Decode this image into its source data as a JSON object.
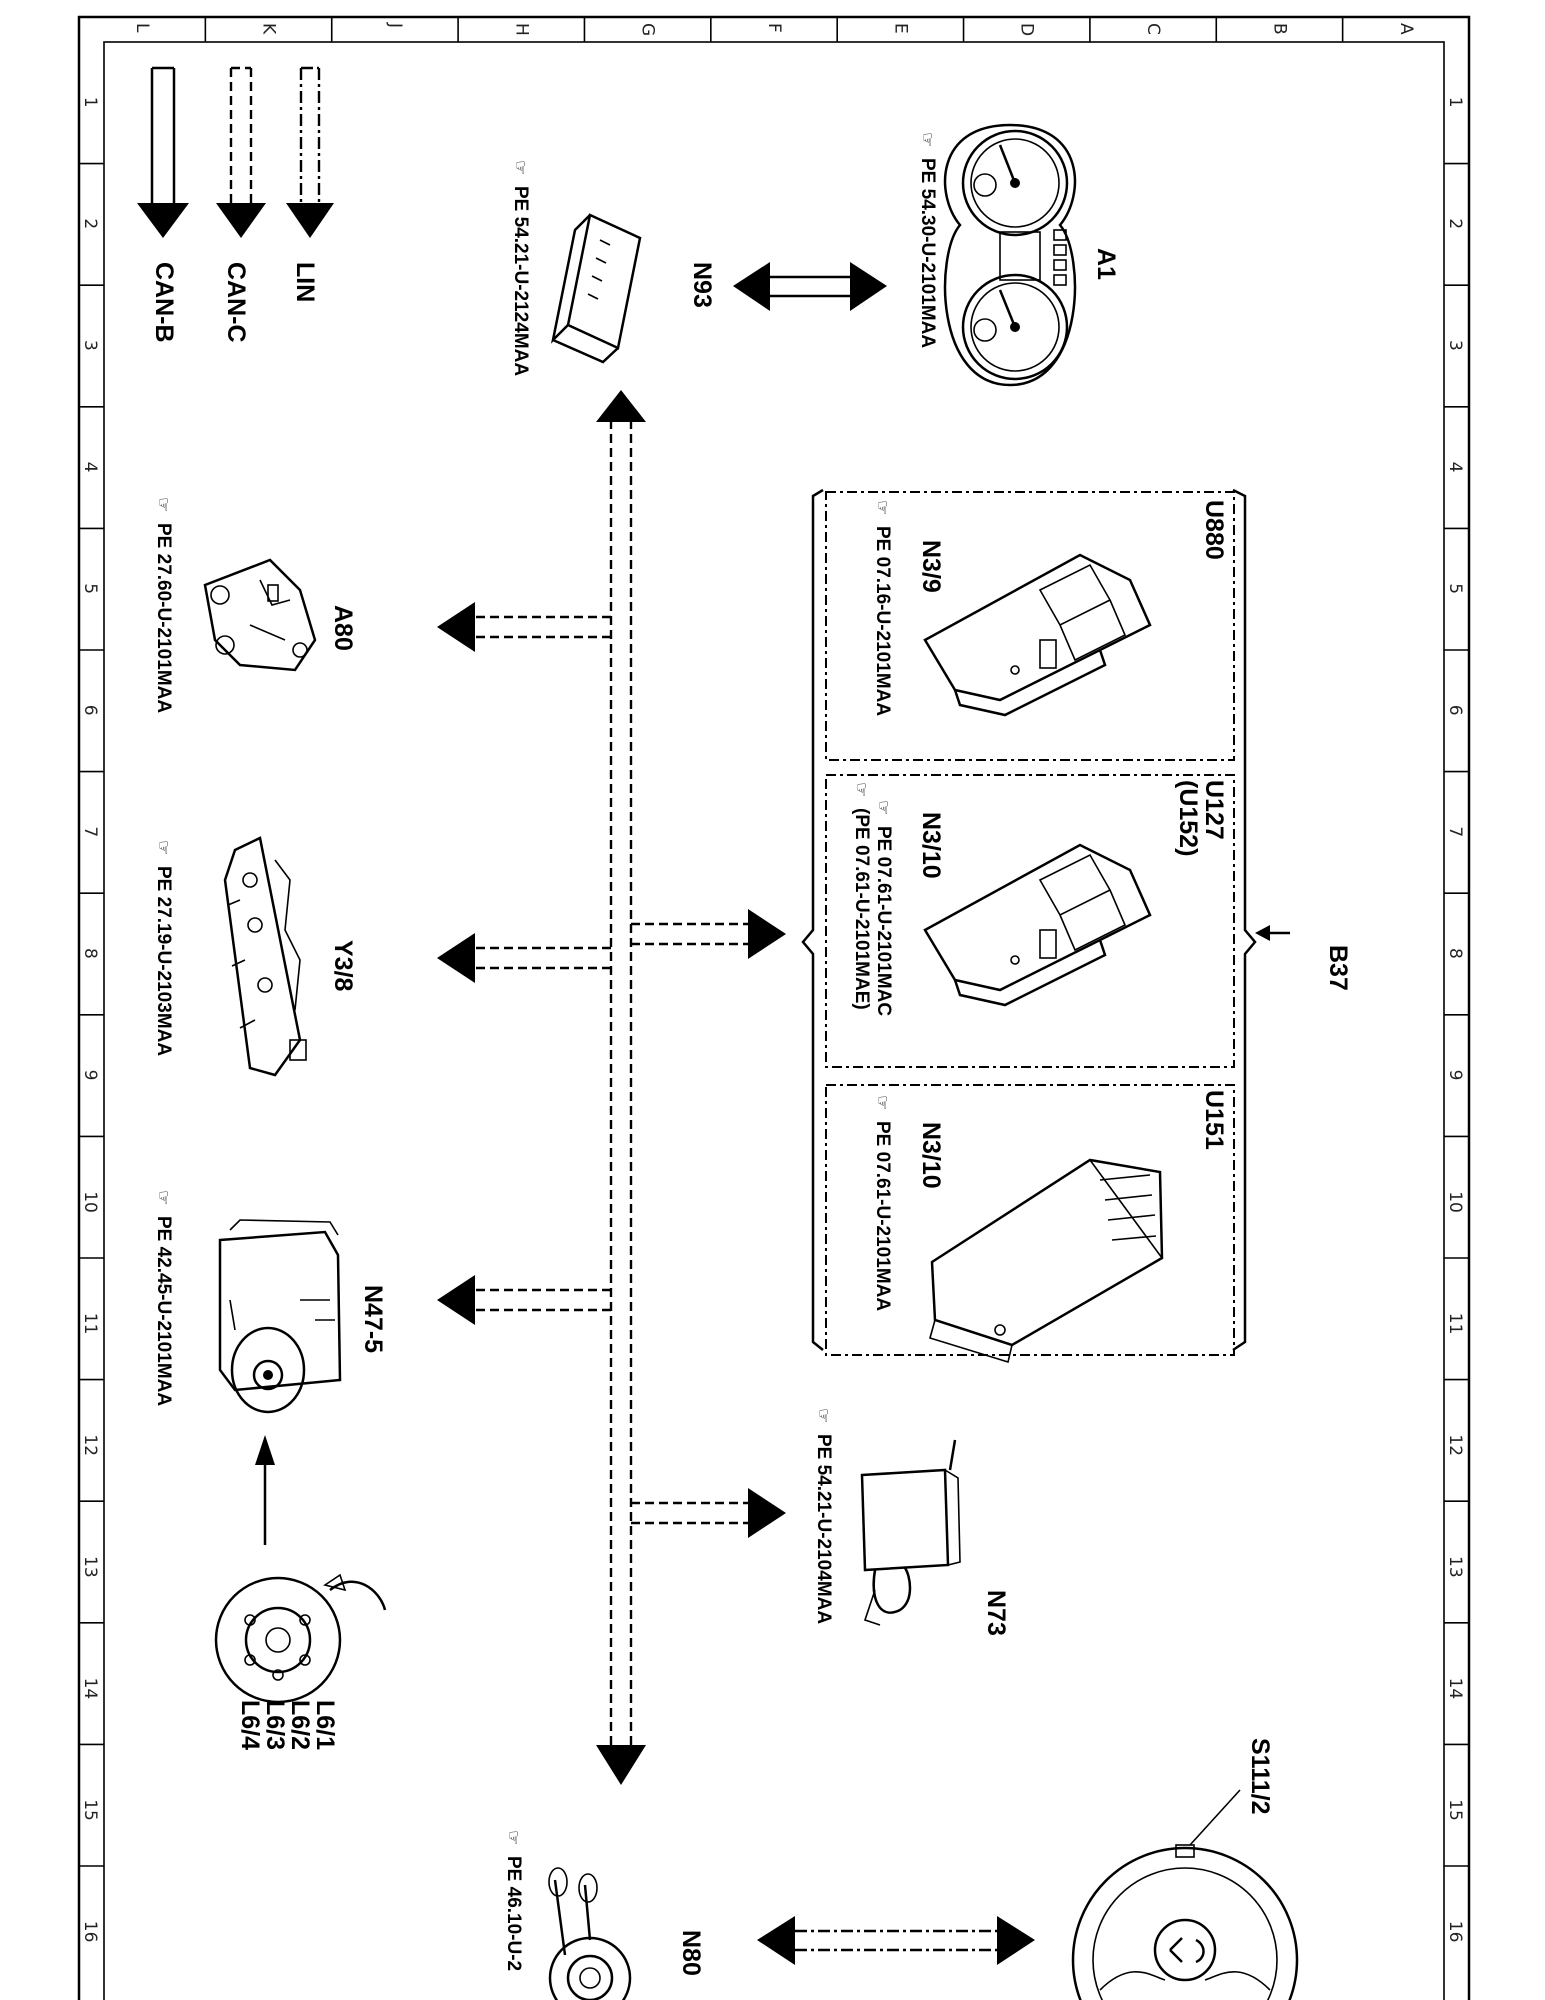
{
  "grid": {
    "cols_top": [
      "L",
      "K",
      "J",
      "H",
      "G",
      "F",
      "E",
      "D",
      "C",
      "B",
      "A"
    ],
    "rows_side": [
      "1",
      "2",
      "3",
      "4",
      "5",
      "6",
      "7",
      "8",
      "9",
      "10",
      "11",
      "12",
      "13",
      "14",
      "15",
      "16"
    ]
  },
  "legend": [
    {
      "key": "lin",
      "label": "LIN"
    },
    {
      "key": "can_c",
      "label": "CAN-C"
    },
    {
      "key": "can_b",
      "label": "CAN-B"
    }
  ],
  "components": {
    "A1": {
      "label": "A1",
      "ref": "PE 54.30-U-2101MAA"
    },
    "N93": {
      "label": "N93",
      "ref": "PE 54.21-U-2124MAA"
    },
    "U880": {
      "label": "U880"
    },
    "N3_9": {
      "label": "N3/9",
      "ref": "PE 07.16-U-2101MAA"
    },
    "U127": {
      "label": "U127",
      "alt": "(U152)"
    },
    "N3_10a": {
      "label": "N3/10",
      "ref": "PE 07.61-U-2101MAC",
      "ref2": "(PE 07.61-U-2101MAE)"
    },
    "U151": {
      "label": "U151"
    },
    "N3_10b": {
      "label": "N3/10",
      "ref": "PE 07.61-U-2101MAA"
    },
    "B37": {
      "label": "B37"
    },
    "A80": {
      "label": "A80",
      "ref": "PE 27.60-U-2101MAA"
    },
    "Y3_8": {
      "label": "Y3/8",
      "ref": "PE 27.19-U-2103MAA"
    },
    "N47_5": {
      "label": "N47-5",
      "ref": "PE 42.45-U-2101MAA"
    },
    "N73": {
      "label": "N73",
      "ref": "PE 54.21-U-2104MAA"
    },
    "L6": {
      "labels": [
        "L6/1",
        "L6/2",
        "L6/3",
        "L6/4"
      ]
    },
    "S111_2": {
      "label": "S111/2"
    },
    "N80": {
      "label": "N80",
      "ref": "PE 46.10-U-2"
    }
  }
}
